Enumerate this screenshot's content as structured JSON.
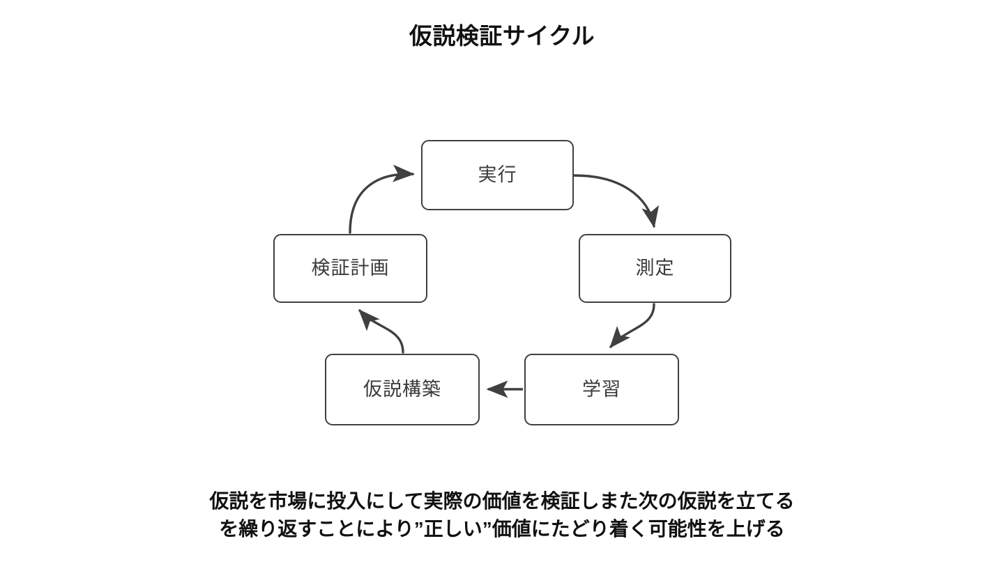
{
  "slide": {
    "title": "仮説検証サイクル",
    "background_color": "#ffffff",
    "node_border_color": "#3f4042",
    "node_text_color": "#3a3a3a",
    "arrow_color": "#3f4042"
  },
  "diagram": {
    "type": "cycle",
    "nodes": [
      {
        "id": "exec",
        "label": "実行",
        "position": "top"
      },
      {
        "id": "measure",
        "label": "測定",
        "position": "right"
      },
      {
        "id": "learn",
        "label": "学習",
        "position": "bottom-right"
      },
      {
        "id": "hypo",
        "label": "仮説構築",
        "position": "bottom-left"
      },
      {
        "id": "plan",
        "label": "検証計画",
        "position": "left"
      }
    ],
    "edges": [
      {
        "from": "plan",
        "to": "exec",
        "style": "curved"
      },
      {
        "from": "exec",
        "to": "measure",
        "style": "curved"
      },
      {
        "from": "measure",
        "to": "learn",
        "style": "s-curve"
      },
      {
        "from": "learn",
        "to": "hypo",
        "style": "straight"
      },
      {
        "from": "hypo",
        "to": "plan",
        "style": "s-curve"
      }
    ]
  },
  "caption": {
    "line1": "仮説を市場に投入にして実際の価値を検証しまた次の仮説を立てる",
    "line2": "を繰り返すことにより”正しい”価値にたどり着く可能性を上げる"
  }
}
